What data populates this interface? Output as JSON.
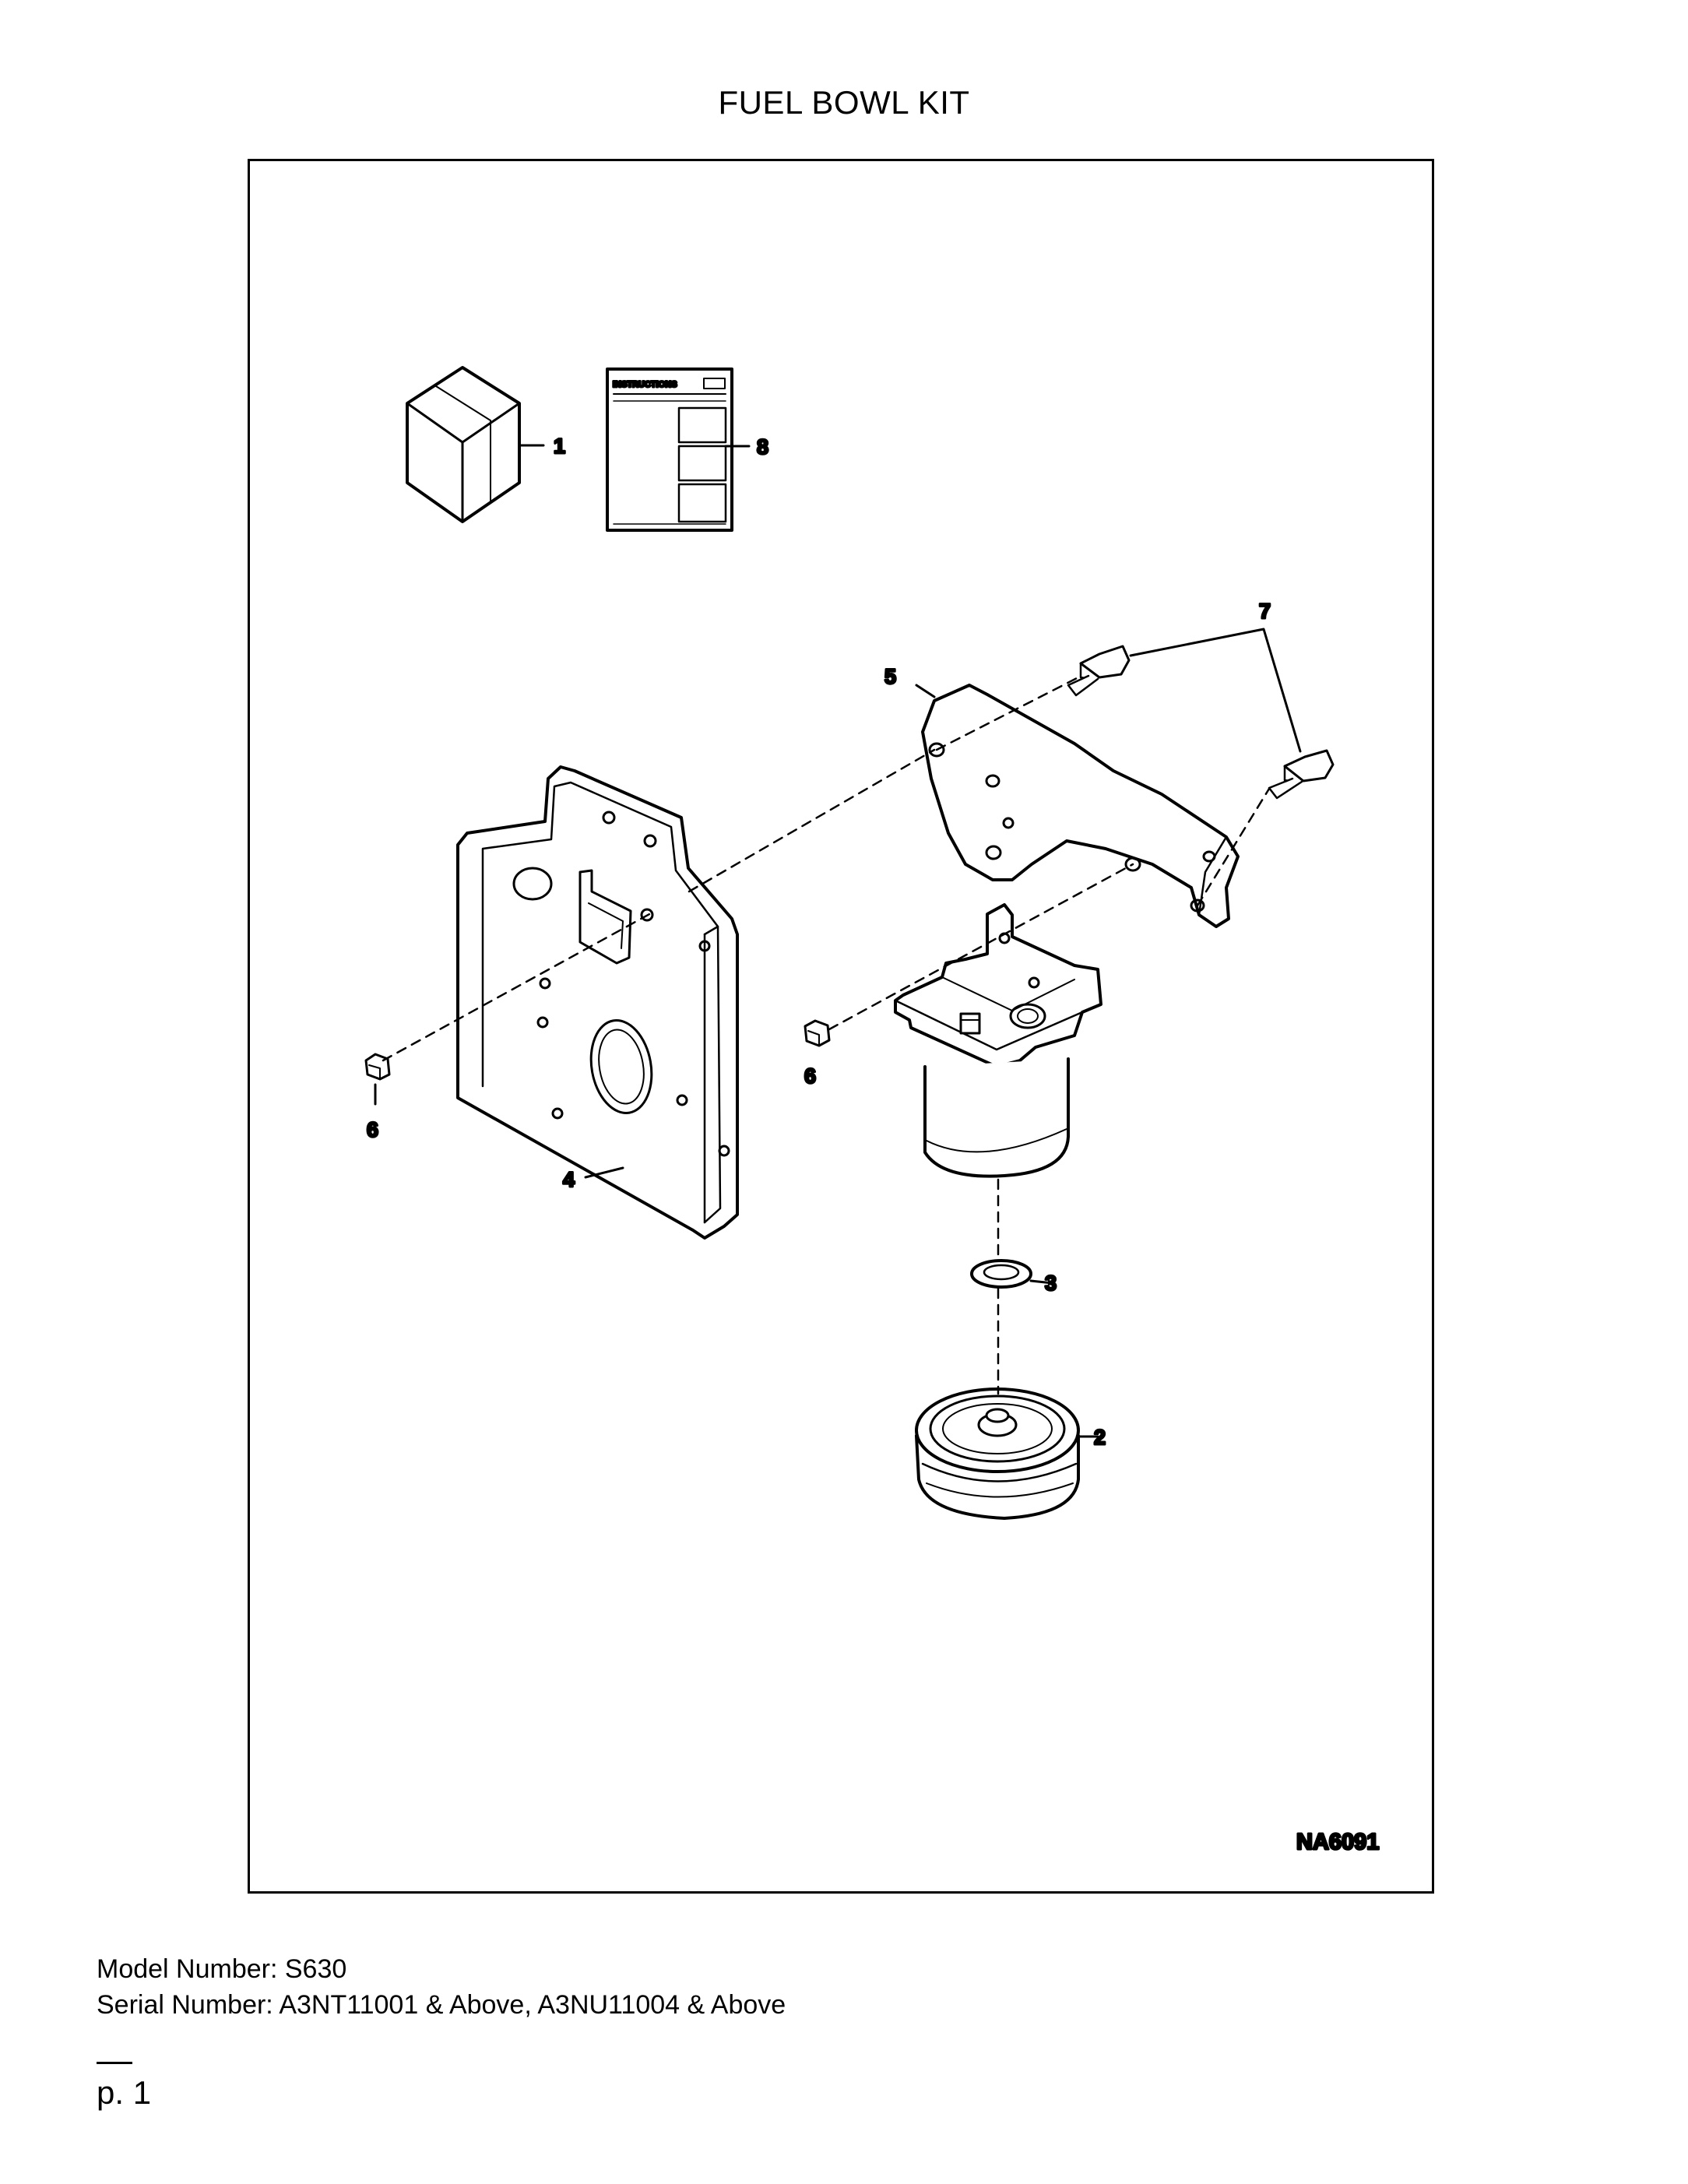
{
  "title": "FUEL BOWL KIT",
  "figure_id": "NA6091",
  "instructions_label": "INSTRUCTIONS",
  "callouts": {
    "c1": "1",
    "c2": "2",
    "c3": "3",
    "c4": "4",
    "c5": "5",
    "c6a": "6",
    "c6b": "6",
    "c7": "7",
    "c8": "8"
  },
  "footer": {
    "model": "Model Number: S630",
    "serial": "Serial Number: A3NT11001 & Above, A3NU11004 & Above"
  },
  "page": "p. 1"
}
